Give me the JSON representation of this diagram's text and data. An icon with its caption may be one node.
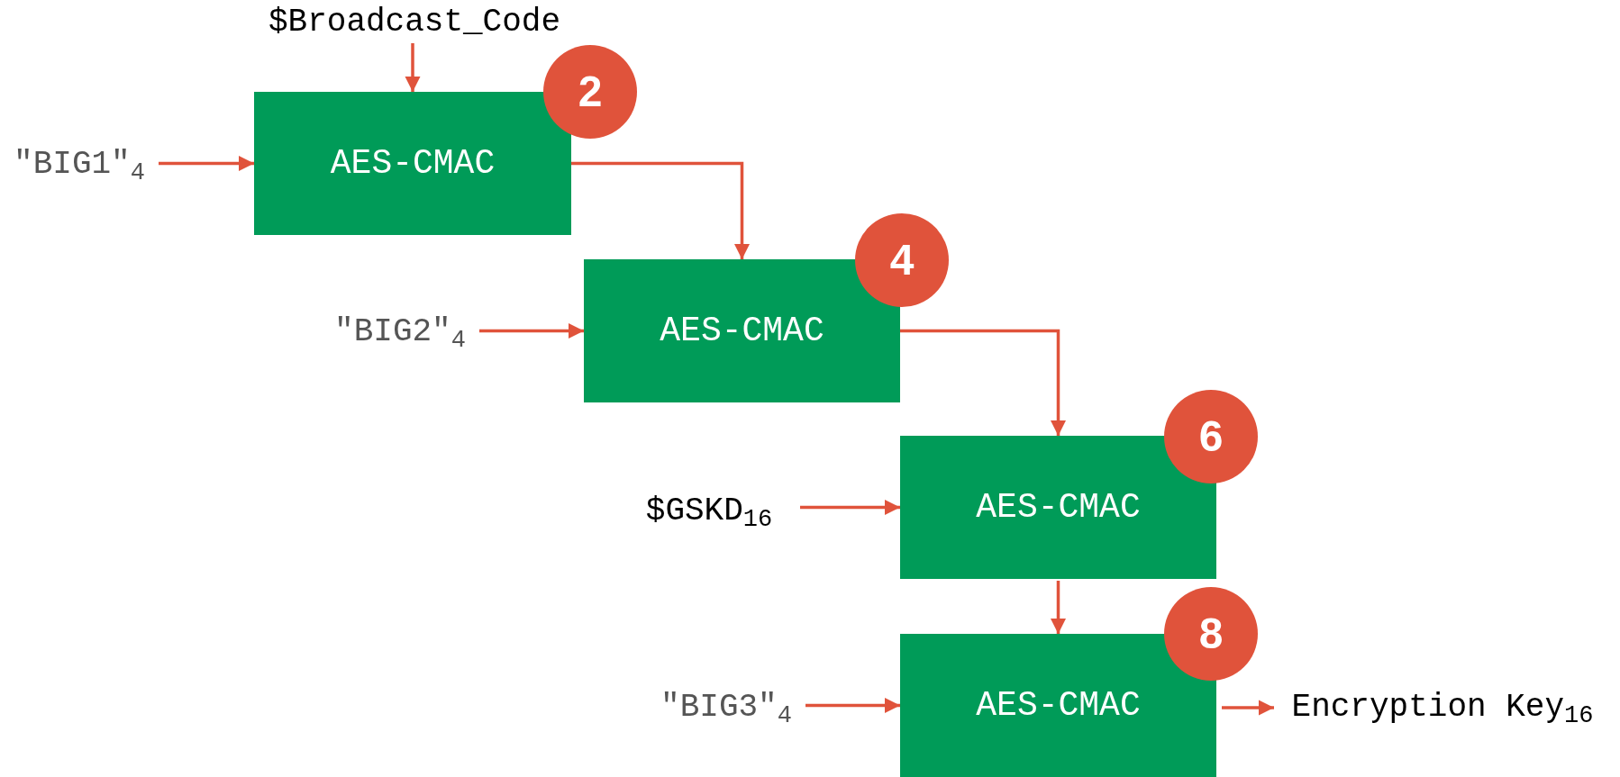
{
  "diagram": {
    "nodes": [
      {
        "text": [
          "$Broadcast_Code"
        ]
      },
      {
        "text": [
          "2"
        ]
      },
      {
        "text": [
          "\"BIG1\"$_{4}$"
        ]
      },
      {
        "text": [
          "AES-CMAC"
        ]
      },
      {
        "text": [
          "4"
        ]
      },
      {
        "text": [
          "\"BIG2\"$_{4}$"
        ]
      },
      {
        "text": [
          "AES-CMAC"
        ]
      },
      {
        "text": [
          "6"
        ]
      },
      {
        "text": [
          "$GSKD$_{16}$"
        ]
      },
      {
        "text": [
          "AES-CMAC"
        ]
      },
      {
        "text": [
          "8"
        ]
      },
      {
        "text": [
          "\"BIG3\"$_{4}$"
        ]
      },
      {
        "text": [
          "AES-CMAC"
        ]
      },
      {
        "text": [
          "Encryption Key$_{16}$"
        ]
      }
    ],
    "edges": [
      {
        "from": 2,
        "to": 3,
        "arrow": "to"
      },
      {
        "from": 0,
        "to": 3,
        "arrow": "to"
      },
      {
        "from": 3,
        "to": 6,
        "arrow": "to"
      },
      {
        "from": 5,
        "to": 6,
        "arrow": "to"
      },
      {
        "from": 6,
        "to": 9,
        "arrow": "to"
      },
      {
        "from": 8,
        "to": 9,
        "arrow": "to"
      },
      {
        "from": 9,
        "to": 12,
        "arrow": "to"
      },
      {
        "from": 11,
        "to": 12,
        "arrow": "to"
      },
      {
        "from": 12,
        "to": 13,
        "arrow": "to"
      }
    ]
  }
}
